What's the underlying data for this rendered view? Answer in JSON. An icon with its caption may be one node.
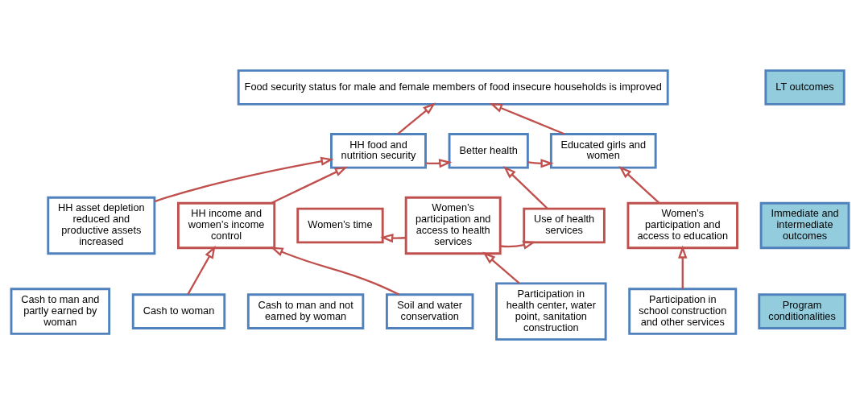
{
  "diagram": {
    "nodes": [
      {
        "text": [
          "Food security status for male and female members of food insecure households is improved"
        ]
      },
      {
        "text": [
          "HH food and nutrition security"
        ]
      },
      {
        "text": [
          "Better health"
        ]
      },
      {
        "text": [
          "Educated girls and women"
        ]
      },
      {
        "text": [
          "HH asset depletion reduced and productive assets increased"
        ]
      },
      {
        "text": [
          "Women’s time"
        ]
      },
      {
        "text": [
          "HH income and women’s income control"
        ]
      },
      {
        "text": [
          "Women’s participation and access to health services"
        ]
      },
      {
        "text": [
          "Use of health services"
        ]
      },
      {
        "text": [
          "Women’s participation and access to education"
        ]
      },
      {
        "text": [
          "Cash to man and partly earned by woman"
        ]
      },
      {
        "text": [
          "Cash to woman"
        ]
      },
      {
        "text": [
          "Cash to man and not earned by woman"
        ]
      },
      {
        "text": [
          "Soil and water conservation"
        ]
      },
      {
        "text": [
          "Participation in health center, water point, sanitation construction"
        ]
      },
      {
        "text": [
          "Participation in school construction and other services"
        ]
      },
      {
        "text": [
          "LT outcomes"
        ]
      },
      {
        "text": [
          "Immediate and intermediate outcomes"
        ]
      },
      {
        "text": [
          "Program conditionalities"
        ]
      }
    ],
    "edges": [
      {
        "from": 1,
        "to": 0,
        "arrow": "to"
      },
      {
        "from": 3,
        "to": 0,
        "arrow": "to"
      },
      {
        "from": 1,
        "to": 2,
        "arrow": "to"
      },
      {
        "from": 4,
        "to": 1,
        "arrow": "to"
      },
      {
        "from": 6,
        "to": 1,
        "arrow": "to"
      },
      {
        "from": 2,
        "to": 3,
        "arrow": "to"
      },
      {
        "from": 8,
        "to": 2,
        "arrow": "to"
      },
      {
        "from": 9,
        "to": 3,
        "arrow": "to"
      },
      {
        "from": 7,
        "to": 5,
        "arrow": "to"
      },
      {
        "from": 7,
        "to": 8,
        "arrow": "to"
      },
      {
        "from": 11,
        "to": 6,
        "arrow": "to"
      },
      {
        "from": 13,
        "to": 6,
        "arrow": "to"
      },
      {
        "from": 14,
        "to": 7,
        "arrow": "to"
      },
      {
        "from": 15,
        "to": 9,
        "arrow": "to"
      }
    ]
  }
}
